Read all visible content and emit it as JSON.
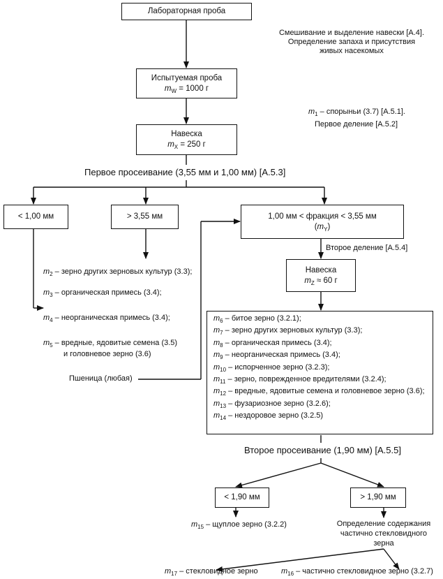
{
  "lab_sample": "Лабораторная проба",
  "mixing_note": [
    "Смешивание и выделение навески [А.4].",
    "Определение запаха и присутствия",
    "живых насекомых"
  ],
  "test_sample": {
    "title": "Испытуемая проба",
    "sym": "m",
    "sub": "W",
    "rest": " = 1000 г"
  },
  "ergot_note": {
    "sym": "m",
    "sub": "1",
    "rest": " – спорыньи (3.7) [А.5.1]."
  },
  "first_division": "Первое деление [А.5.2]",
  "portion1": {
    "title": "Навеска",
    "sym": "m",
    "sub": "X",
    "rest": " = 250 г"
  },
  "first_sieving": "Первое просеивание (3,55 мм и 1,00 мм) [А.5.3]",
  "box_lt100": "< 1,00 мм",
  "box_gt355": "> 3,55 мм",
  "fraction_box": {
    "line1": "1,00 мм < фракция < 3,55 мм",
    "open": "(",
    "sym": "m",
    "sub": "Y",
    "close": ")"
  },
  "second_division": "Второе деление [А.5.4]",
  "portion2": {
    "title": "Навеска",
    "sym": "m",
    "sub": "Z",
    "rest": " ≈ 60 г"
  },
  "left_list": [
    {
      "sym": "m",
      "sub": "2",
      "rest": " – зерно других зерновых культур (3.3);"
    },
    {
      "sym": "m",
      "sub": "3",
      "rest": " – органическая примесь (3.4);"
    },
    {
      "sym": "m",
      "sub": "4",
      "rest": " – неорганическая примесь (3.4);"
    },
    {
      "sym": "m",
      "sub": "5",
      "rest": " – вредные, ядовитые семена (3.5)"
    }
  ],
  "smut_line": "и головневое зерно (3.6)",
  "wheat_any": "Пшеница (любая)",
  "right_list": [
    {
      "sym": "m",
      "sub": "6",
      "rest": " – битое зерно (3.2.1);"
    },
    {
      "sym": "m",
      "sub": "7",
      "rest": " – зерно других зерновых культур (3.3);"
    },
    {
      "sym": "m",
      "sub": "8",
      "rest": " – органическая примесь (3.4);"
    },
    {
      "sym": "m",
      "sub": "9",
      "rest": " – неорганическая примесь (3.4);"
    },
    {
      "sym": "m",
      "sub": "10",
      "rest": " – испорченное зерно (3.2.3);"
    },
    {
      "sym": "m",
      "sub": "11",
      "rest": " – зерно, поврежденное вредителями (3.2.4);"
    },
    {
      "sym": "m",
      "sub": "12",
      "rest": " – вредные, ядовитые семена и головневое зерно (3.6);"
    },
    {
      "sym": "m",
      "sub": "13",
      "rest": " – фузариозное зерно (3.2.6);"
    },
    {
      "sym": "m",
      "sub": "14",
      "rest": " – нездоровое зерно (3.2.5)"
    }
  ],
  "second_sieving": "Второе просеивание (1,90 мм) [А.5.5]",
  "box_lt190": "< 1,90 мм",
  "box_gt190": "> 1,90 мм",
  "shrivelled": {
    "sym": "m",
    "sub": "15",
    "rest": " – щуплое зерно (3.2.2)"
  },
  "vitreous_det": [
    "Определение содержания",
    "частично стекловидного",
    "зерна"
  ],
  "vitreous": {
    "sym": "m",
    "sub": "17",
    "rest": " – стекловидное зерно"
  },
  "partly_vitreous": {
    "sym": "m",
    "sub": "16",
    "rest": " – частично стекловидное зерно (3.2.7)"
  }
}
